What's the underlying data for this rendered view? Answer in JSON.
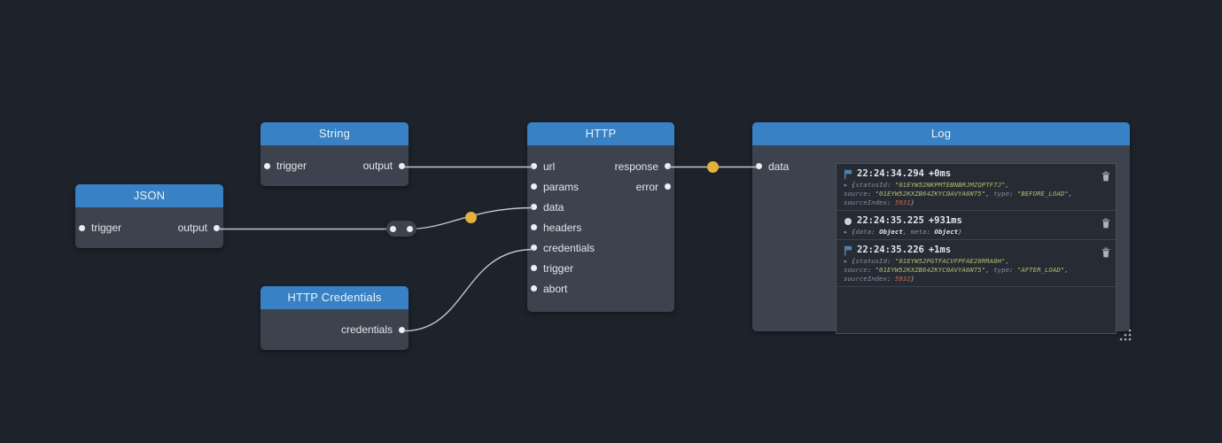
{
  "canvas": {
    "background": "#1d222b"
  },
  "colors": {
    "node_header": "#3781c4",
    "node_body": "#3d434e",
    "wire": "#c3c7cb",
    "packet": "#e2b33b",
    "log_panel_bg": "#262b34",
    "string_token": "#b3ba6a",
    "number_token": "#c96a4a"
  },
  "nodes": {
    "json": {
      "title": "JSON",
      "inputs": [
        "trigger"
      ],
      "outputs": [
        "output"
      ]
    },
    "string": {
      "title": "String",
      "inputs": [
        "trigger"
      ],
      "outputs": [
        "output"
      ]
    },
    "http_credentials": {
      "title": "HTTP Credentials",
      "inputs": [],
      "outputs": [
        "credentials"
      ]
    },
    "http": {
      "title": "HTTP",
      "inputs": [
        "url",
        "params",
        "data",
        "headers",
        "credentials",
        "trigger",
        "abort"
      ],
      "outputs": [
        "response",
        "error"
      ]
    },
    "log": {
      "title": "Log",
      "inputs": [
        "data"
      ],
      "outputs": []
    }
  },
  "log_panel": {
    "entries": [
      {
        "icon": "flag",
        "time": "22:24:34.294",
        "delta": "+0ms",
        "tokens": [
          [
            "arrow",
            "▸ "
          ],
          [
            "punc",
            "{"
          ],
          [
            "key",
            "statusId"
          ],
          [
            "punc",
            ": "
          ],
          [
            "str",
            "\"01EYW52NKPMTEBNBRJMZQPTF7J\""
          ],
          [
            "punc",
            ","
          ],
          [
            "br",
            ""
          ],
          [
            "key",
            "source"
          ],
          [
            "punc",
            ": "
          ],
          [
            "str",
            "\"01EYW52KXZB64ZKYC0AVYA6NT5\""
          ],
          [
            "punc",
            ", "
          ],
          [
            "key",
            "type"
          ],
          [
            "punc",
            ": "
          ],
          [
            "str",
            "\"BEFORE_LOAD\""
          ],
          [
            "punc",
            ","
          ],
          [
            "br",
            ""
          ],
          [
            "key",
            "sourceIndex"
          ],
          [
            "punc",
            ": "
          ],
          [
            "num",
            "5931"
          ],
          [
            "punc",
            "}"
          ]
        ]
      },
      {
        "icon": "dot",
        "time": "22:24:35.225",
        "delta": "+931ms",
        "tokens": [
          [
            "arrow",
            "▸ "
          ],
          [
            "punc",
            "{"
          ],
          [
            "key",
            "data"
          ],
          [
            "punc",
            ": "
          ],
          [
            "obj",
            "Object"
          ],
          [
            "punc",
            ", "
          ],
          [
            "key",
            "meta"
          ],
          [
            "punc",
            ": "
          ],
          [
            "obj",
            "Object"
          ],
          [
            "punc",
            "}"
          ]
        ]
      },
      {
        "icon": "flag",
        "time": "22:24:35.226",
        "delta": "+1ms",
        "tokens": [
          [
            "arrow",
            "▸ "
          ],
          [
            "punc",
            "{"
          ],
          [
            "key",
            "statusId"
          ],
          [
            "punc",
            ": "
          ],
          [
            "str",
            "\"01EYW52PGTFACVFPFAE28RRA0H\""
          ],
          [
            "punc",
            ","
          ],
          [
            "br",
            ""
          ],
          [
            "key",
            "source"
          ],
          [
            "punc",
            ": "
          ],
          [
            "str",
            "\"01EYW52KXZB64ZKYC0AVYA6NT5\""
          ],
          [
            "punc",
            ", "
          ],
          [
            "key",
            "type"
          ],
          [
            "punc",
            ": "
          ],
          [
            "str",
            "\"AFTER_LOAD\""
          ],
          [
            "punc",
            ","
          ],
          [
            "br",
            ""
          ],
          [
            "key",
            "sourceIndex"
          ],
          [
            "punc",
            ": "
          ],
          [
            "num",
            "5932"
          ],
          [
            "punc",
            "}"
          ]
        ]
      }
    ]
  }
}
